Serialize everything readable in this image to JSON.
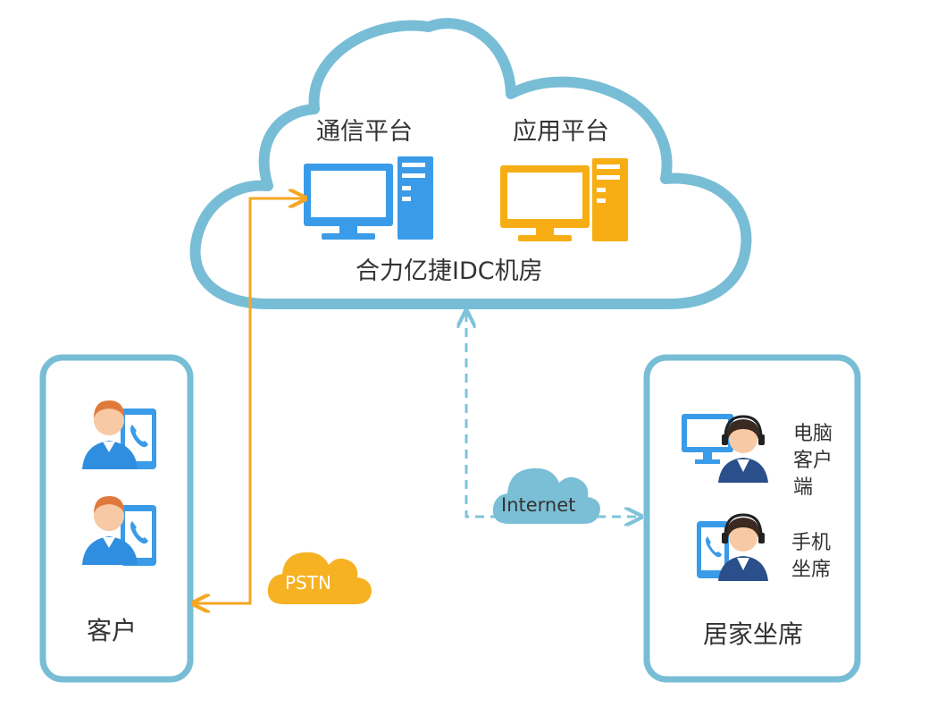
{
  "cloud": {
    "comm_platform": "通信平台",
    "app_platform": "应用平台",
    "idc_label": "合力亿捷IDC机房"
  },
  "customer": {
    "label": "客户"
  },
  "agents": {
    "label": "居家坐席",
    "pc_client": [
      "电脑",
      "客户",
      "端"
    ],
    "mobile_agent": [
      "手机",
      "坐席"
    ]
  },
  "networks": {
    "pstn": "PSTN",
    "internet": "Internet"
  },
  "colors": {
    "cloud_stroke": "#78bdd6",
    "blue_pc": "#3a9be8",
    "orange_pc": "#f7ae14",
    "pstn_line": "#f5a623",
    "internet_line": "#7fc3da",
    "small_cloud_orange": "#f6b223",
    "small_cloud_blue": "#7bbfd6",
    "person_shirt": "#2f8ee0"
  }
}
